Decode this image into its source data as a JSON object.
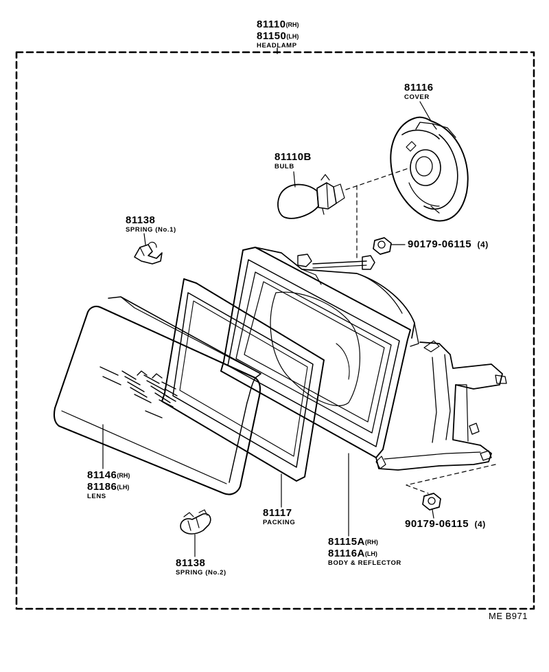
{
  "headlamp": {
    "pn_rh": "81110",
    "sfx_rh": "(RH)",
    "pn_lh": "81150",
    "sfx_lh": "(LH)",
    "name": "HEADLAMP"
  },
  "cover": {
    "pn": "81116",
    "name": "COVER"
  },
  "bulb": {
    "pn": "81110B",
    "name": "BULB"
  },
  "spring1": {
    "pn": "81138",
    "name": "SPRING (No.1)"
  },
  "nut_top": {
    "pn": "90179-06115",
    "qty": "(4)"
  },
  "nut_bottom": {
    "pn": "90179-06115",
    "qty": "(4)"
  },
  "lens": {
    "pn_rh": "81146",
    "sfx_rh": "(RH)",
    "pn_lh": "81186",
    "sfx_lh": "(LH)",
    "name": "LENS"
  },
  "packing": {
    "pn": "81117",
    "name": "PACKING"
  },
  "body": {
    "pn_rh": "81115A",
    "sfx_rh": "(RH)",
    "pn_lh": "81116A",
    "sfx_lh": "(LH)",
    "name": "BODY & REFLECTOR"
  },
  "spring2": {
    "pn": "81138",
    "name": "SPRING (No.2)"
  },
  "figure_code": "ME B971"
}
